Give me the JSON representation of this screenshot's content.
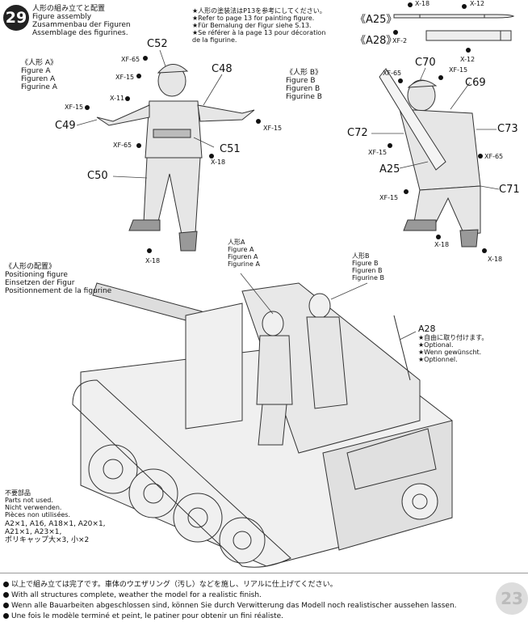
{
  "step": {
    "number": "29",
    "title": [
      "人形の組み立てと配置",
      "Figure assembly",
      "Zusammenbau der Figuren",
      "Assemblage des figurines."
    ]
  },
  "paint_note": [
    "★人形の塗装法はP13を参考にしてください。",
    "★Refer to page 13 for painting figure.",
    "★Für Bemalung der Figur siehe S.13.",
    "★Se référer à la page 13 pour décoration",
    "de la figurine."
  ],
  "shells": {
    "a25": {
      "label": "《A25》",
      "parts": [
        "X-18",
        "X-12",
        "XF-2"
      ]
    },
    "a28": {
      "label": "《A28》",
      "parts": [
        "XF-2",
        "X-12"
      ]
    }
  },
  "figure_a": {
    "heading": [
      "《人形 A》",
      "Figure A",
      "Figuren A",
      "Figurine A"
    ],
    "labels": [
      "C52",
      "C48",
      "C49",
      "C51",
      "C50"
    ],
    "paints": [
      "XF-65",
      "XF-15",
      "X-11",
      "XF-15",
      "XF-15",
      "XF-65",
      "X-18",
      "X-18"
    ]
  },
  "figure_b": {
    "heading": [
      "《人形 B》",
      "Figure B",
      "Figuren B",
      "Figurine B"
    ],
    "labels": [
      "C70",
      "C69",
      "C72",
      "C73",
      "A25",
      "C71"
    ],
    "paints": [
      "XF-65",
      "XF-15",
      "XF-15",
      "XF-65",
      "XF-15",
      "X-18",
      "X-18"
    ]
  },
  "positioning": {
    "heading": [
      "《人形の配置》",
      "Positioning figure",
      "Einsetzen der Figur",
      "Positionnement de la figurine"
    ],
    "fig_a_tag": [
      "人形A",
      "Figure A",
      "Figuren A",
      "Figurine A"
    ],
    "fig_b_tag": [
      "人形B",
      "Figure B",
      "Figuren B",
      "Figurine B"
    ],
    "a28": [
      "A28",
      "★自由に取り付けます。",
      "★Optional.",
      "★Wenn gewünscht.",
      "★Optionnel."
    ]
  },
  "unused": [
    "不要部品",
    "Parts not used.",
    "Nicht verwenden.",
    "Pièces non utilisées.",
    "A2×1, A16, A18×1, A20×1,",
    "A21×1, A23×1,",
    "ポリキャップ大×3, 小×2"
  ],
  "footer": [
    "以上で組み立ては完了です。車体のウエザリング（汚し）などを施し、リアルに仕上げてください。",
    "With all structures complete, weather the model for a realistic finish.",
    "Wenn alle Bauarbeiten abgeschlossen sind, können Sie durch Verwitterung das Modell noch realistischer aussehen lassen.",
    "Une fois le modèle terminé et peint, le patiner pour obtenir un fini réaliste."
  ],
  "page_number": "23"
}
